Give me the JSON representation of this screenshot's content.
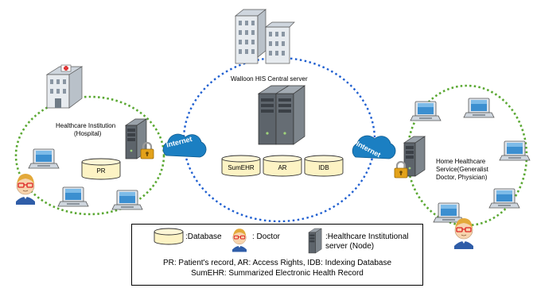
{
  "central": {
    "title": "Walloon HIS Central server",
    "databases": [
      "SumEHR",
      "AR",
      "IDB"
    ]
  },
  "hospital": {
    "title": "Healthcare Institution",
    "subtitle": "(Hospital)",
    "database": "PR"
  },
  "home": {
    "line1": "Home Healthcare",
    "line2": "Service(Generalist",
    "line3": "Doctor, Physician)"
  },
  "internet_left": "Internet",
  "internet_right": "Internet",
  "legend": {
    "database": ":Database",
    "doctor": ": Doctor",
    "server_line1": ":Healthcare Institutional",
    "server_line2": "server (Node)",
    "abbrev_line1": "PR: Patient's record, AR: Access Rights, IDB: Indexing Database",
    "abbrev_line2": "SumEHR: Summarized Electronic Health Record"
  },
  "colors": {
    "central_ring": "#1f5fd0",
    "local_ring": "#5aa832",
    "cloud": "#1b7fc2",
    "database_fill": "#fdf3c4",
    "lock": "#e3a21a"
  },
  "icons": [
    "hospital-building-icon",
    "office-building-icon",
    "server-icon",
    "laptop-icon",
    "doctor-icon",
    "lock-icon",
    "database-icon",
    "internet-cloud-icon"
  ]
}
